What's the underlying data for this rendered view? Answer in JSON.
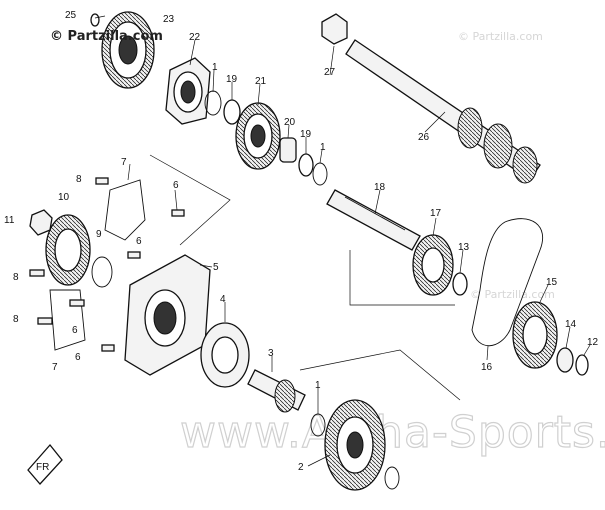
{
  "watermarks": {
    "top_left": "© Partzilla.com",
    "top_right": "© Partzilla.com",
    "right_mid": "© Partzilla.com",
    "bottom": "www.Alpha-Sports.com"
  },
  "callouts": {
    "c1a": "1",
    "c1b": "1",
    "c1c": "1",
    "c2": "2",
    "c3": "3",
    "c4": "4",
    "c5": "5",
    "c6a": "6",
    "c6b": "6",
    "c6c": "6",
    "c6d": "6",
    "c7a": "7",
    "c7b": "7",
    "c8a": "8",
    "c8b": "8",
    "c8c": "8",
    "c9": "9",
    "c10": "10",
    "c11": "11",
    "c12": "12",
    "c13": "13",
    "c14": "14",
    "c15": "15",
    "c16": "16",
    "c17": "17",
    "c18": "18",
    "c19a": "19",
    "c19b": "19",
    "c20": "20",
    "c21": "21",
    "c22": "22",
    "c23": "23",
    "c25": "25",
    "c26": "26",
    "c27": "27"
  },
  "front_marker": "FR"
}
